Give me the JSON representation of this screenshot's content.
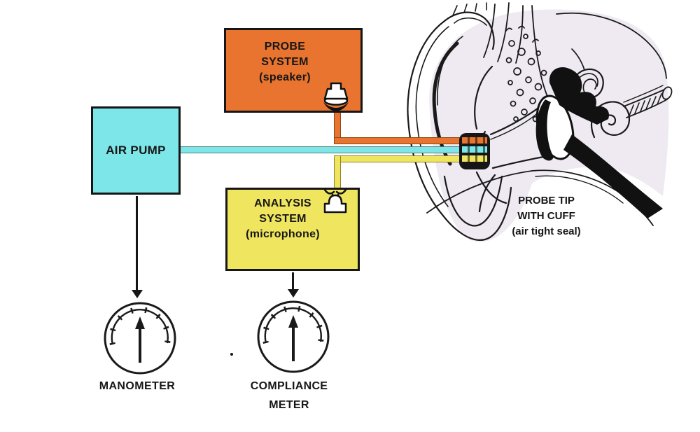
{
  "boxes": {
    "probe_system": {
      "lines": [
        "PROBE",
        "SYSTEM",
        "(speaker)"
      ]
    },
    "air_pump": {
      "label": "AIR PUMP"
    },
    "analysis_system": {
      "lines": [
        "ANALYSIS",
        "SYSTEM",
        "(microphone)"
      ]
    }
  },
  "meters": {
    "manometer": {
      "label": "MANOMETER"
    },
    "compliance_meter": {
      "lines": [
        "COMPLIANCE",
        "METER"
      ]
    }
  },
  "annotations": {
    "probe_tip": {
      "lines": [
        "PROBE TIP",
        "WITH CUFF",
        "(air tight seal)"
      ]
    }
  },
  "icons": {
    "speaker": "speaker-horn-icon",
    "microphone": "microphone-icon",
    "manometer_dial": "gauge-dial-icon",
    "compliance_dial": "gauge-dial-icon"
  },
  "colors": {
    "probe_tube": "#E8742F",
    "air_tube": "#7DE6E9",
    "analysis_tube": "#F0E55F",
    "ink": "#161616",
    "ear_bg": "#EFE9F1",
    "page_bg": "#FFFFFF"
  }
}
